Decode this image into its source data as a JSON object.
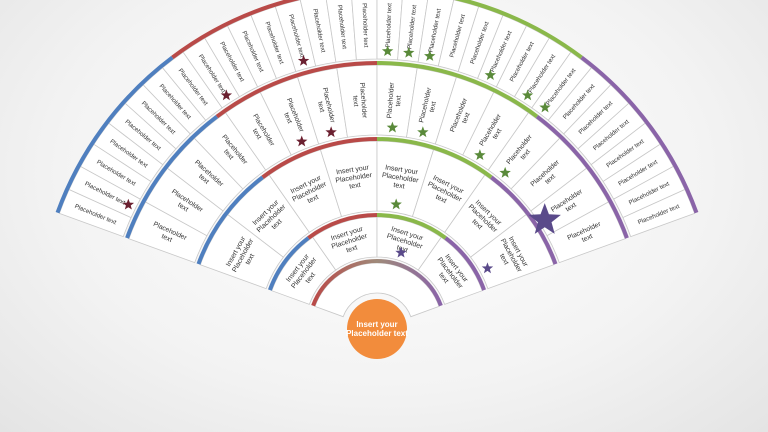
{
  "center": {
    "label": "Insert your Placeholder text",
    "color": "#f28c3c"
  },
  "colors": {
    "red": "#b94a48",
    "green": "#8ab84a",
    "blue": "#4f7fbf",
    "purple": "#8a64a8",
    "gradient_mid": "#9f8a7a"
  },
  "rings": [
    {
      "label": "",
      "segments": 1
    },
    {
      "label": "Insert your Placeholder text",
      "segments": 4
    },
    {
      "label": "Insert your Placeholder text",
      "segments": 8
    },
    {
      "label": "Placeholder text",
      "segments": 16
    },
    {
      "label": "Placeholder text",
      "segments": 32
    }
  ],
  "markers": {
    "icon": "star-icon",
    "items": [
      {
        "ring": 4,
        "segment": 8,
        "color": "#6b2030"
      },
      {
        "ring": 4,
        "segment": 12,
        "color": "#6b2030"
      },
      {
        "ring": 4,
        "segment": 1,
        "color": "#6b2030"
      },
      {
        "ring": 3,
        "segment": 5,
        "color": "#6b2030"
      },
      {
        "ring": 3,
        "segment": 6,
        "color": "#6b2030"
      },
      {
        "ring": 4,
        "segment": 16,
        "color": "#5a8a3a"
      },
      {
        "ring": 4,
        "segment": 17,
        "color": "#5a8a3a"
      },
      {
        "ring": 4,
        "segment": 18,
        "color": "#5a8a3a"
      },
      {
        "ring": 4,
        "segment": 21,
        "color": "#5a8a3a"
      },
      {
        "ring": 4,
        "segment": 23,
        "color": "#5a8a3a"
      },
      {
        "ring": 4,
        "segment": 24,
        "color": "#5a8a3a"
      },
      {
        "ring": 3,
        "segment": 8,
        "color": "#5a8a3a"
      },
      {
        "ring": 3,
        "segment": 9,
        "color": "#5a8a3a"
      },
      {
        "ring": 3,
        "segment": 11,
        "color": "#5a8a3a"
      },
      {
        "ring": 3,
        "segment": 12,
        "color": "#5a8a3a"
      },
      {
        "ring": 2,
        "segment": 4,
        "color": "#5a8a3a"
      },
      {
        "ring": 1,
        "segment": 2,
        "color": "#5a4a8a"
      },
      {
        "ring": 2,
        "segment": 7,
        "color": "#5a4a8a"
      }
    ]
  }
}
